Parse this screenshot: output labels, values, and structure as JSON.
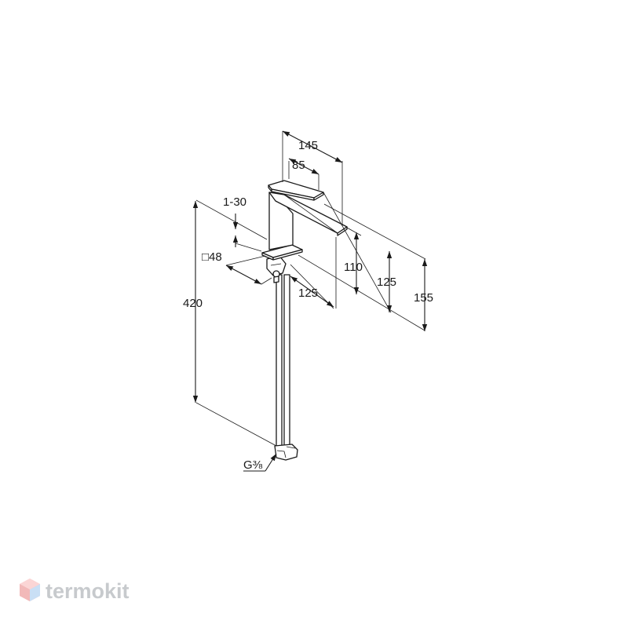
{
  "dimensions": {
    "d145": "145",
    "d85": "85",
    "d1_30": "1-30",
    "d48": "□48",
    "d110": "110",
    "d125_vertical": "125",
    "d155": "155",
    "d125_horizontal": "125",
    "d420": "420",
    "thread": "G⅜"
  },
  "watermark": {
    "text": "termokit",
    "color": "#9aa0a6",
    "logo_colors": [
      "#f08080",
      "#e57373",
      "#90caf9"
    ]
  }
}
